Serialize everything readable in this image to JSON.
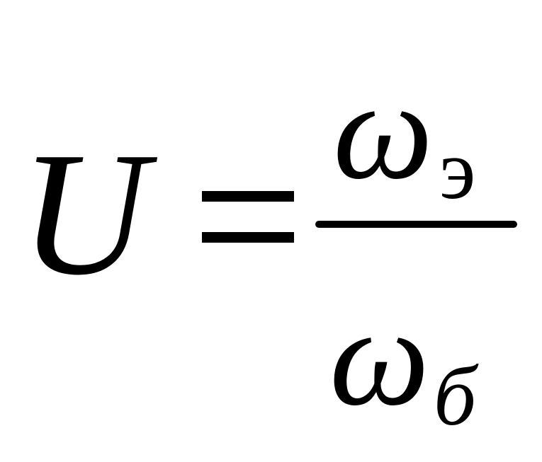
{
  "formula": {
    "lhs": "U",
    "equals": "=",
    "numerator": {
      "symbol": "ω",
      "subscript": "э"
    },
    "denominator": {
      "symbol": "ω",
      "subscript": "б"
    }
  }
}
